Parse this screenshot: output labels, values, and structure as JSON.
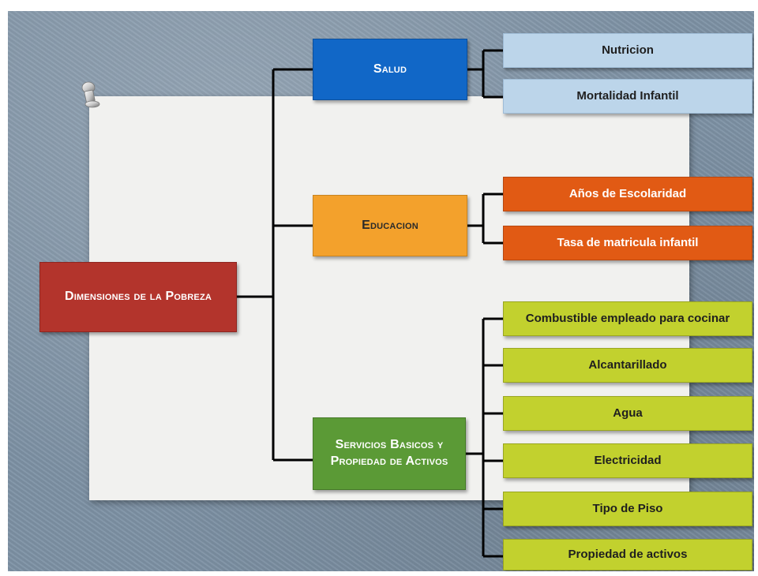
{
  "root": {
    "label": "Dimensiones de la Pobreza"
  },
  "categories": [
    {
      "label": "Salud",
      "color": "#1167c7",
      "children": [
        "Nutricion",
        "Mortalidad Infantil"
      ]
    },
    {
      "label": "Educacion",
      "color": "#f3a12c",
      "children": [
        "Años de Escolaridad",
        "Tasa de matricula infantil"
      ]
    },
    {
      "label": "Servicios Basicos y Propiedad de Activos",
      "color": "#5b9a36",
      "children": [
        "Combustible empleado para cocinar",
        "Alcantarillado",
        "Agua",
        "Electricidad",
        "Tipo de Piso",
        "Propiedad de activos"
      ]
    }
  ],
  "colors": {
    "root": "#b3342c",
    "salud_items": "#bcd5ea",
    "educacion_items": "#e15a14",
    "servicios_items": "#c2d12e",
    "background": "#7e92a5",
    "paper": "#f1f1ef"
  }
}
